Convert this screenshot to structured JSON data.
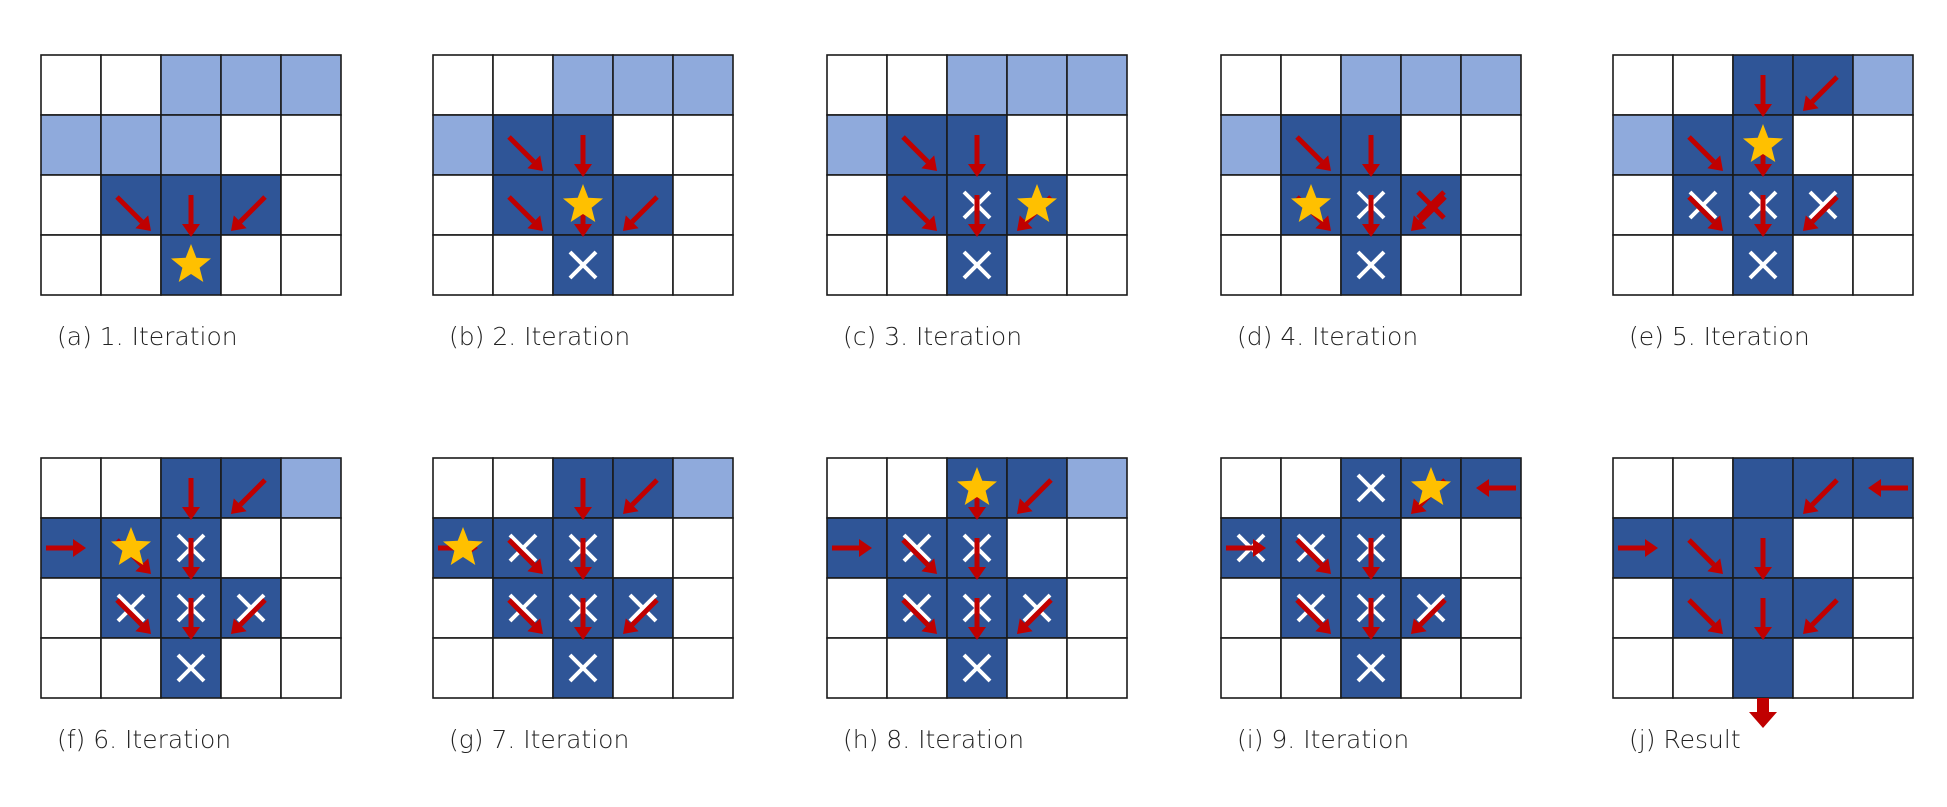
{
  "colors": {
    "dark_cell": "#2f5597",
    "light_cell": "#8faadc",
    "grid_line": "#1a1a1a",
    "arrow": "#c00000",
    "star": "#ffc000",
    "cross_on_dark": "#ffffff"
  },
  "grid": {
    "rows": 4,
    "cols": 5
  },
  "panels": [
    {
      "caption": "(a) 1. Iteration",
      "cells": [
        "00LLL",
        "LLL00",
        "0DDD0",
        "00D00"
      ],
      "stars": [
        [
          3,
          2
        ]
      ],
      "crosses": [],
      "arrows": [
        [
          2,
          1,
          "se"
        ],
        [
          2,
          2,
          "s"
        ],
        [
          2,
          3,
          "sw"
        ]
      ]
    },
    {
      "caption": "(b) 2. Iteration",
      "cells": [
        "00LLL",
        "LDD00",
        "0DDD0",
        "00D00"
      ],
      "stars": [
        [
          2,
          2
        ]
      ],
      "crosses": [
        [
          3,
          2
        ]
      ],
      "arrows": [
        [
          1,
          1,
          "se"
        ],
        [
          1,
          2,
          "s"
        ],
        [
          2,
          1,
          "se"
        ],
        [
          2,
          2,
          "s"
        ],
        [
          2,
          3,
          "sw"
        ]
      ]
    },
    {
      "caption": "(c) 3. Iteration",
      "cells": [
        "00LLL",
        "LDD00",
        "0DDD0",
        "00D00"
      ],
      "stars": [
        [
          2,
          3
        ]
      ],
      "crosses": [
        [
          2,
          2
        ],
        [
          3,
          2
        ]
      ],
      "arrows": [
        [
          1,
          1,
          "se"
        ],
        [
          1,
          2,
          "s"
        ],
        [
          2,
          1,
          "se"
        ],
        [
          2,
          2,
          "s"
        ],
        [
          2,
          3,
          "sw"
        ]
      ]
    },
    {
      "caption": "(d) 4. Iteration",
      "cells": [
        "00LLL",
        "LDD00",
        "0DDD0",
        "00D00"
      ],
      "stars": [
        [
          2,
          1
        ]
      ],
      "crosses": [
        [
          2,
          2
        ],
        [
          3,
          2
        ]
      ],
      "redcrosses": [
        [
          2,
          3
        ]
      ],
      "arrows": [
        [
          1,
          1,
          "se"
        ],
        [
          1,
          2,
          "s"
        ],
        [
          2,
          1,
          "se"
        ],
        [
          2,
          2,
          "s"
        ],
        [
          2,
          3,
          "sw"
        ]
      ]
    },
    {
      "caption": "(e) 5. Iteration",
      "cells": [
        "00DDL",
        "LDD00",
        "0DDD0",
        "00D00"
      ],
      "stars": [
        [
          1,
          2
        ]
      ],
      "crosses": [
        [
          2,
          1
        ],
        [
          2,
          2
        ],
        [
          2,
          3
        ],
        [
          3,
          2
        ]
      ],
      "arrows": [
        [
          0,
          2,
          "s"
        ],
        [
          0,
          3,
          "sw"
        ],
        [
          1,
          1,
          "se"
        ],
        [
          1,
          2,
          "s"
        ],
        [
          2,
          1,
          "se"
        ],
        [
          2,
          2,
          "s"
        ],
        [
          2,
          3,
          "sw"
        ]
      ]
    },
    {
      "caption": "(f) 6. Iteration",
      "cells": [
        "00DDL",
        "DDD00",
        "0DDD0",
        "00D00"
      ],
      "stars": [
        [
          1,
          1
        ]
      ],
      "crosses": [
        [
          1,
          2
        ],
        [
          2,
          1
        ],
        [
          2,
          2
        ],
        [
          2,
          3
        ],
        [
          3,
          2
        ]
      ],
      "arrows": [
        [
          0,
          2,
          "s"
        ],
        [
          0,
          3,
          "sw"
        ],
        [
          1,
          0,
          "e"
        ],
        [
          1,
          1,
          "se"
        ],
        [
          1,
          2,
          "s"
        ],
        [
          2,
          1,
          "se"
        ],
        [
          2,
          2,
          "s"
        ],
        [
          2,
          3,
          "sw"
        ]
      ]
    },
    {
      "caption": "(g) 7. Iteration",
      "cells": [
        "00DDL",
        "DDD00",
        "0DDD0",
        "00D00"
      ],
      "stars": [
        [
          1,
          0
        ]
      ],
      "crosses": [
        [
          1,
          1
        ],
        [
          1,
          2
        ],
        [
          2,
          1
        ],
        [
          2,
          2
        ],
        [
          2,
          3
        ],
        [
          3,
          2
        ]
      ],
      "arrows": [
        [
          0,
          2,
          "s"
        ],
        [
          0,
          3,
          "sw"
        ],
        [
          1,
          0,
          "e"
        ],
        [
          1,
          1,
          "se"
        ],
        [
          1,
          2,
          "s"
        ],
        [
          2,
          1,
          "se"
        ],
        [
          2,
          2,
          "s"
        ],
        [
          2,
          3,
          "sw"
        ]
      ]
    },
    {
      "caption": "(h) 8. Iteration",
      "cells": [
        "00DDL",
        "DDD00",
        "0DDD0",
        "00D00"
      ],
      "stars": [
        [
          0,
          2
        ]
      ],
      "crosses": [
        [
          1,
          1
        ],
        [
          1,
          2
        ],
        [
          2,
          1
        ],
        [
          2,
          2
        ],
        [
          2,
          3
        ],
        [
          3,
          2
        ]
      ],
      "arrows": [
        [
          0,
          2,
          "s"
        ],
        [
          0,
          3,
          "sw"
        ],
        [
          1,
          0,
          "e"
        ],
        [
          1,
          1,
          "se"
        ],
        [
          1,
          2,
          "s"
        ],
        [
          2,
          1,
          "se"
        ],
        [
          2,
          2,
          "s"
        ],
        [
          2,
          3,
          "sw"
        ]
      ]
    },
    {
      "caption": "(i) 9. Iteration",
      "cells": [
        "00DDD",
        "DDD00",
        "0DDD0",
        "00D00"
      ],
      "stars": [
        [
          0,
          3
        ]
      ],
      "crosses": [
        [
          0,
          2
        ],
        [
          1,
          0
        ],
        [
          1,
          1
        ],
        [
          1,
          2
        ],
        [
          2,
          1
        ],
        [
          2,
          2
        ],
        [
          2,
          3
        ],
        [
          3,
          2
        ]
      ],
      "arrows": [
        [
          0,
          4,
          "w"
        ],
        [
          0,
          3,
          "sw"
        ],
        [
          1,
          0,
          "e"
        ],
        [
          1,
          1,
          "se"
        ],
        [
          1,
          2,
          "s"
        ],
        [
          2,
          1,
          "se"
        ],
        [
          2,
          2,
          "s"
        ],
        [
          2,
          3,
          "sw"
        ]
      ]
    },
    {
      "caption": "(j) Result",
      "cells": [
        "00DDD",
        "DDD00",
        "0DDD0",
        "00D00"
      ],
      "stars": [],
      "crosses": [],
      "arrows": [
        [
          0,
          4,
          "w"
        ],
        [
          0,
          3,
          "sw"
        ],
        [
          1,
          0,
          "e"
        ],
        [
          1,
          1,
          "se"
        ],
        [
          1,
          2,
          "s"
        ],
        [
          2,
          1,
          "se"
        ],
        [
          2,
          2,
          "s"
        ],
        [
          2,
          3,
          "sw"
        ]
      ],
      "outlet": [
        3,
        2
      ]
    }
  ]
}
